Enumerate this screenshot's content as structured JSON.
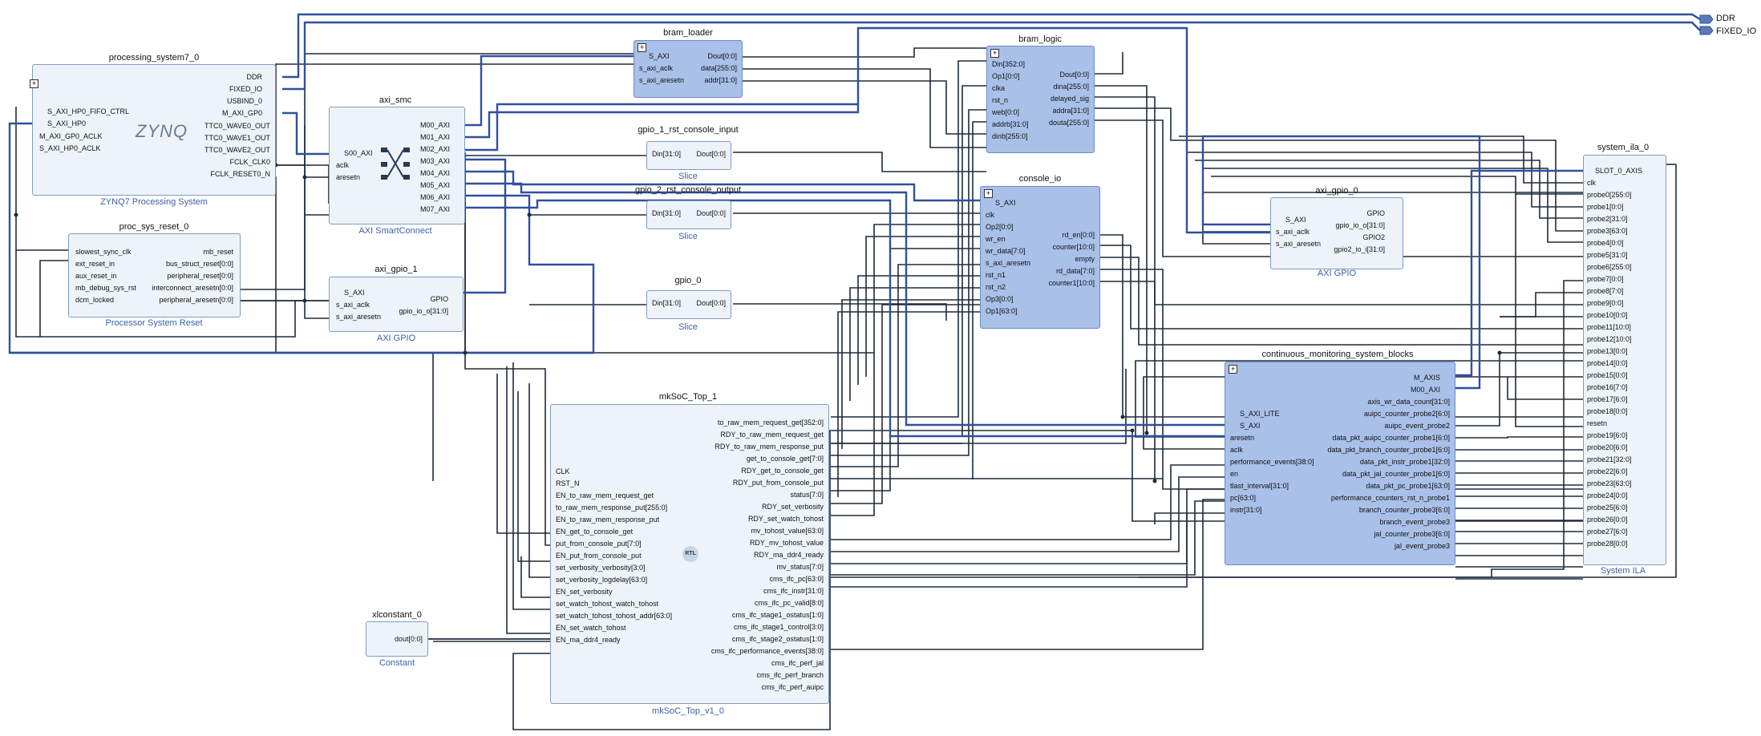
{
  "colors": {
    "wire": "#1e2b3a",
    "bus": "#2f4f9f",
    "block_fill": "#eef3fa",
    "block_highlight": "#a9c0e9",
    "subtitle": "#3b5fa8"
  },
  "external_ports": [
    "DDR",
    "FIXED_IO"
  ],
  "blocks": {
    "ps7": {
      "title": "processing_system7_0",
      "subtitle": "ZYNQ7 Processing System",
      "logo": "ZYNQ",
      "left_ports": [
        "S_AXI_HP0_FIFO_CTRL",
        "S_AXI_HP0",
        "M_AXI_GP0_ACLK",
        "S_AXI_HP0_ACLK"
      ],
      "right_ports": [
        "DDR",
        "FIXED_IO",
        "USBIND_0",
        "M_AXI_GP0",
        "TTC0_WAVE0_OUT",
        "TTC0_WAVE1_OUT",
        "TTC0_WAVE2_OUT",
        "FCLK_CLK0",
        "FCLK_RESET0_N"
      ]
    },
    "reset": {
      "title": "proc_sys_reset_0",
      "subtitle": "Processor System Reset",
      "left_ports": [
        "slowest_sync_clk",
        "ext_reset_in",
        "aux_reset_in",
        "mb_debug_sys_rst",
        "dcm_locked"
      ],
      "right_ports": [
        "mb_reset",
        "bus_struct_reset[0:0]",
        "peripheral_reset[0:0]",
        "interconnect_aresetn[0:0]",
        "peripheral_aresetn[0:0]"
      ]
    },
    "smc": {
      "title": "axi_smc",
      "subtitle": "AXI SmartConnect",
      "left_ports": [
        "S00_AXI",
        "aclk",
        "aresetn"
      ],
      "right_ports": [
        "M00_AXI",
        "M01_AXI",
        "M02_AXI",
        "M03_AXI",
        "M04_AXI",
        "M05_AXI",
        "M06_AXI",
        "M07_AXI"
      ]
    },
    "gpio1": {
      "title": "axi_gpio_1",
      "subtitle": "AXI GPIO",
      "left_ports": [
        "S_AXI",
        "s_axi_aclk",
        "s_axi_aresetn"
      ],
      "right_ports": [
        "GPIO",
        "gpio_io_o[31:0]"
      ]
    },
    "const": {
      "title": "xlconstant_0",
      "subtitle": "Constant",
      "right_ports": [
        "dout[0:0]"
      ]
    },
    "bram_loader": {
      "title": "bram_loader",
      "left_ports": [
        "S_AXI",
        "s_axi_aclk",
        "s_axi_aresetn"
      ],
      "right_ports": [
        "Dout[0:0]",
        "data[255:0]",
        "addr[31:0]"
      ]
    },
    "slice1": {
      "title": "gpio_1_rst_console_input",
      "subtitle": "Slice",
      "left_ports": [
        "Din[31:0]"
      ],
      "right_ports": [
        "Dout[0:0]"
      ]
    },
    "slice2": {
      "title": "gpio_2_rst_console_output",
      "subtitle": "Slice",
      "left_ports": [
        "Din[31:0]"
      ],
      "right_ports": [
        "Dout[0:0]"
      ]
    },
    "slice0": {
      "title": "gpio_0",
      "subtitle": "Slice",
      "left_ports": [
        "Din[31:0]"
      ],
      "right_ports": [
        "Dout[0:0]"
      ]
    },
    "bram_logic": {
      "title": "bram_logic",
      "left_ports": [
        "Din[352:0]",
        "Op1[0:0]",
        "clka",
        "rst_n",
        "web[0:0]",
        "addrb[31:0]",
        "dinb[255:0]"
      ],
      "right_ports": [
        "Dout[0:0]",
        "dina[255:0]",
        "delayed_sig",
        "addra[31:0]",
        "douta[255:0]"
      ]
    },
    "console": {
      "title": "console_io",
      "left_ports": [
        "S_AXI",
        "clk",
        "Op2[0:0]",
        "wr_en",
        "wr_data[7:0]",
        "s_axi_aresetn",
        "rst_n1",
        "rst_n2",
        "Op3[0:0]",
        "Op1[63:0]"
      ],
      "right_ports": [
        "rd_en[0:0]",
        "counter[10:0]",
        "empty",
        "rd_data[7:0]",
        "counter1[10:0]"
      ]
    },
    "gpio0": {
      "title": "axi_gpio_0",
      "subtitle": "AXI GPIO",
      "left_ports": [
        "S_AXI",
        "s_axi_aclk",
        "s_axi_aresetn"
      ],
      "right_ports": [
        "GPIO",
        "gpio_io_o[31:0]",
        "GPIO2",
        "gpio2_io_i[31:0]"
      ]
    },
    "cms": {
      "title": "continuous_monitoring_system_blocks",
      "left_ports": [
        "S_AXI_LITE",
        "S_AXI",
        "aresetn",
        "aclk",
        "performance_events[38:0]",
        "en",
        "tlast_interval[31:0]",
        "pc[63:0]",
        "instr[31:0]"
      ],
      "right_ports": [
        "M_AXIS",
        "M00_AXI",
        "axis_wr_data_count[31:0]",
        "auipc_counter_probe2[6:0]",
        "auipc_event_probe2",
        "data_pkt_auipc_counter_probe1[6:0]",
        "data_pkt_branch_counter_probe1[6:0]",
        "data_pkt_instr_probe1[32:0]",
        "data_pkt_jal_counter_probe1[6:0]",
        "data_pkt_pc_probe1[63:0]",
        "performance_counters_rst_n_probe1",
        "branch_counter_probe3[6:0]",
        "branch_event_probe3",
        "jal_counter_probe3[6:0]",
        "jal_event_probe3"
      ]
    },
    "soc": {
      "title": "mkSoC_Top_1",
      "subtitle": "mkSoC_Top_v1_0",
      "badge": "RTL",
      "left_ports": [
        "CLK",
        "RST_N",
        "EN_to_raw_mem_request_get",
        "to_raw_mem_response_put[255:0]",
        "EN_to_raw_mem_response_put",
        "EN_get_to_console_get",
        "put_from_console_put[7:0]",
        "EN_put_from_console_put",
        "set_verbosity_verbosity[3:0]",
        "set_verbosity_logdelay[63:0]",
        "EN_set_verbosity",
        "set_watch_tohost_watch_tohost",
        "set_watch_tohost_tohost_addr[63:0]",
        "EN_set_watch_tohost",
        "EN_ma_ddr4_ready"
      ],
      "right_ports": [
        "to_raw_mem_request_get[352:0]",
        "RDY_to_raw_mem_request_get",
        "RDY_to_raw_mem_response_put",
        "get_to_console_get[7:0]",
        "RDY_get_to_console_get",
        "RDY_put_from_console_put",
        "status[7:0]",
        "RDY_set_verbosity",
        "RDY_set_watch_tohost",
        "mv_tohost_value[63:0]",
        "RDY_mv_tohost_value",
        "RDY_ma_ddr4_ready",
        "mv_status[7:0]",
        "cms_ifc_pc[63:0]",
        "cms_ifc_instr[31:0]",
        "cms_ifc_pc_valid[8:0]",
        "cms_ifc_stage1_ostatus[1:0]",
        "cms_ifc_stage1_control[3:0]",
        "cms_ifc_stage2_ostatus[1:0]",
        "cms_ifc_performance_events[38:0]",
        "cms_ifc_perf_jal",
        "cms_ifc_perf_branch",
        "cms_ifc_perf_auipc"
      ]
    },
    "ila": {
      "title": "system_ila_0",
      "subtitle": "System ILA",
      "left_ports": [
        "SLOT_0_AXIS",
        "clk",
        "probe0[255:0]",
        "probe1[0:0]",
        "probe2[31:0]",
        "probe3[63:0]",
        "probe4[0:0]",
        "probe5[31:0]",
        "probe6[255:0]",
        "probe7[0:0]",
        "probe8[7:0]",
        "probe9[0:0]",
        "probe10[0:0]",
        "probe11[10:0]",
        "probe12[10:0]",
        "probe13[0:0]",
        "probe14[0:0]",
        "probe15[0:0]",
        "probe16[7:0]",
        "probe17[6:0]",
        "probe18[0:0]",
        "resetn",
        "probe19[6:0]",
        "probe20[6:0]",
        "probe21[32:0]",
        "probe22[6:0]",
        "probe23[63:0]",
        "probe24[0:0]",
        "probe25[6:0]",
        "probe26[0:0]",
        "probe27[6:0]",
        "probe28[0:0]"
      ]
    }
  }
}
